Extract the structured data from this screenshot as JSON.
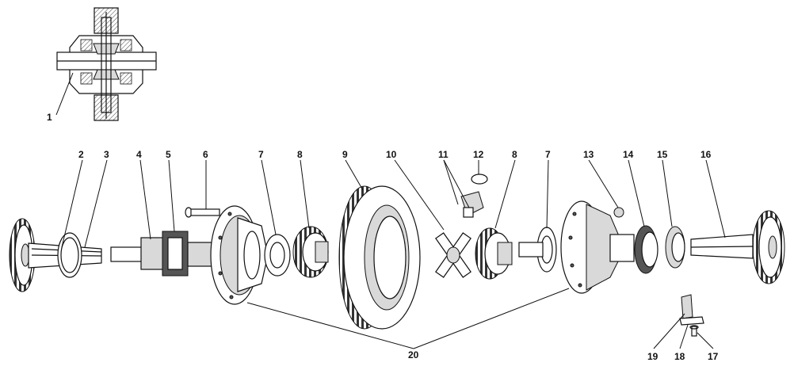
{
  "diagram": {
    "callouts": [
      {
        "id": "c1",
        "text": "1"
      },
      {
        "id": "c2",
        "text": "2"
      },
      {
        "id": "c3",
        "text": "3"
      },
      {
        "id": "c4",
        "text": "4"
      },
      {
        "id": "c5",
        "text": "5"
      },
      {
        "id": "c6",
        "text": "6"
      },
      {
        "id": "c7a",
        "text": "7"
      },
      {
        "id": "c8a",
        "text": "8"
      },
      {
        "id": "c9",
        "text": "9"
      },
      {
        "id": "c10",
        "text": "10"
      },
      {
        "id": "c11",
        "text": "11"
      },
      {
        "id": "c12",
        "text": "12"
      },
      {
        "id": "c8b",
        "text": "8"
      },
      {
        "id": "c7b",
        "text": "7"
      },
      {
        "id": "c13",
        "text": "13"
      },
      {
        "id": "c14",
        "text": "14"
      },
      {
        "id": "c15",
        "text": "15"
      },
      {
        "id": "c16",
        "text": "16"
      },
      {
        "id": "c19",
        "text": "19"
      },
      {
        "id": "c18",
        "text": "18"
      },
      {
        "id": "c17",
        "text": "17"
      },
      {
        "id": "c20",
        "text": "20"
      }
    ]
  }
}
